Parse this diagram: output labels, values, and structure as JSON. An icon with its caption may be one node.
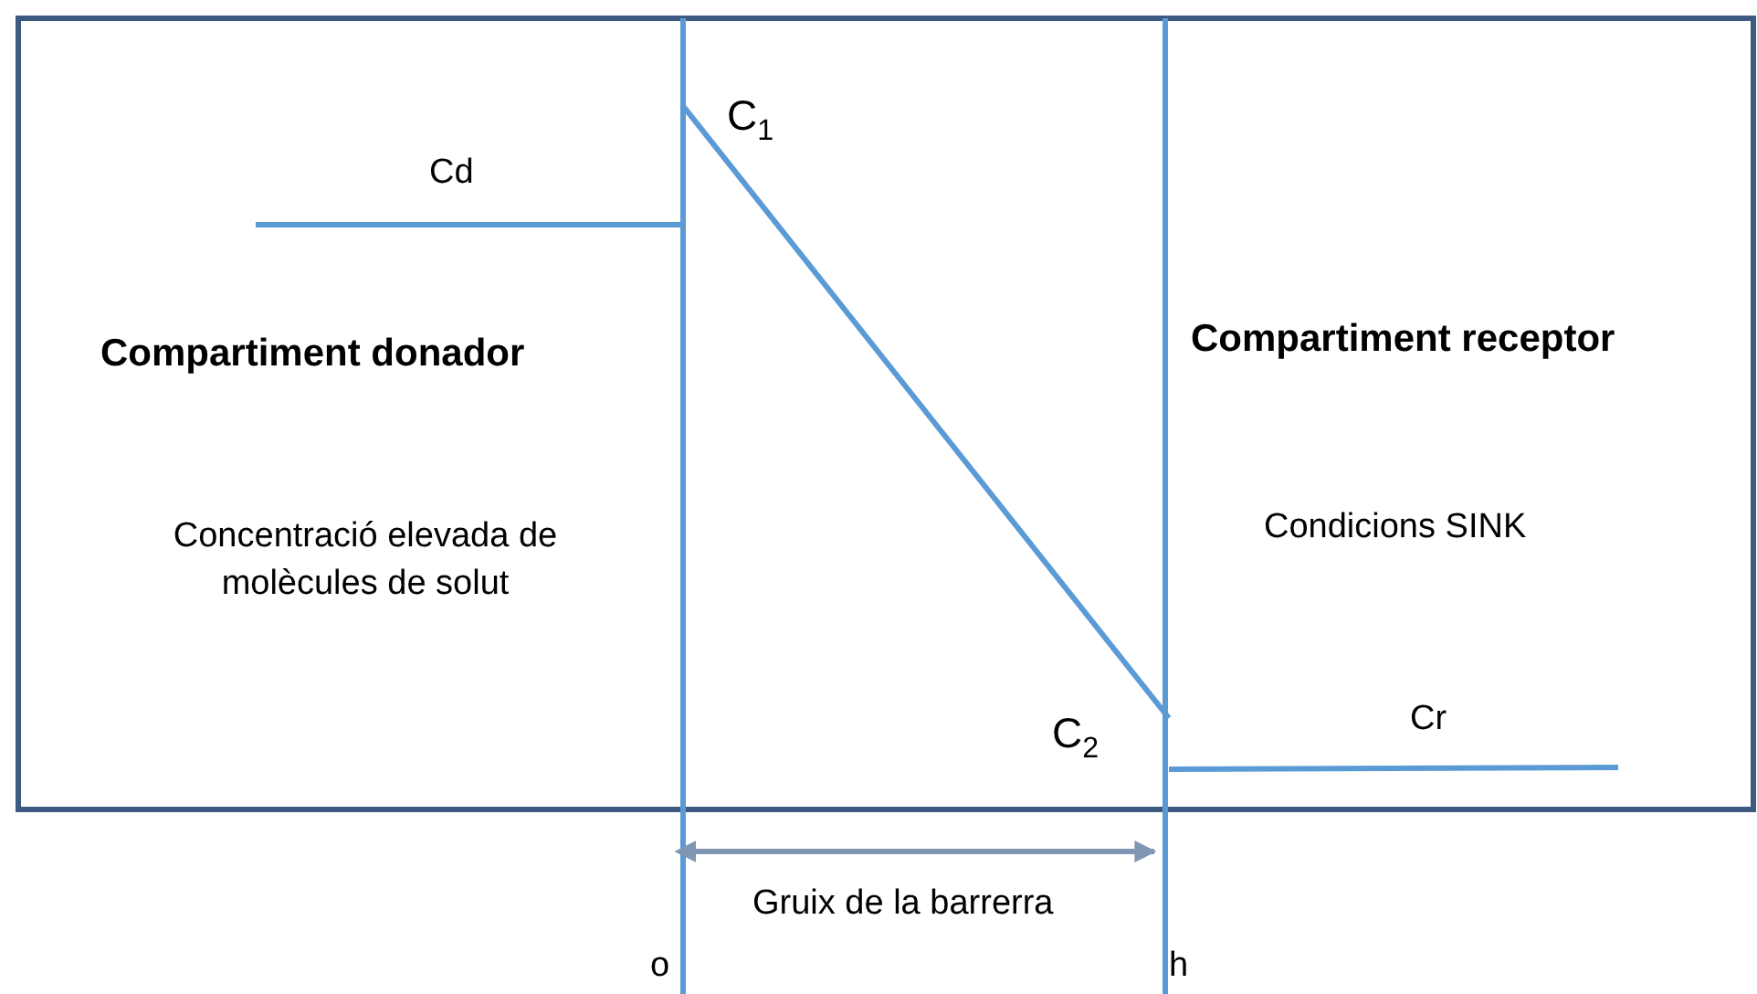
{
  "diagram": {
    "labels": [
      "C$_{1}$",
      "Cd",
      "Compartiment donador",
      "Compartiment receptor",
      "Concentració elevada de molècules de solut",
      "Condicions SINK",
      "C$_{2}$",
      "Cr",
      "Gruix de la barrerra",
      "o",
      "h"
    ]
  }
}
